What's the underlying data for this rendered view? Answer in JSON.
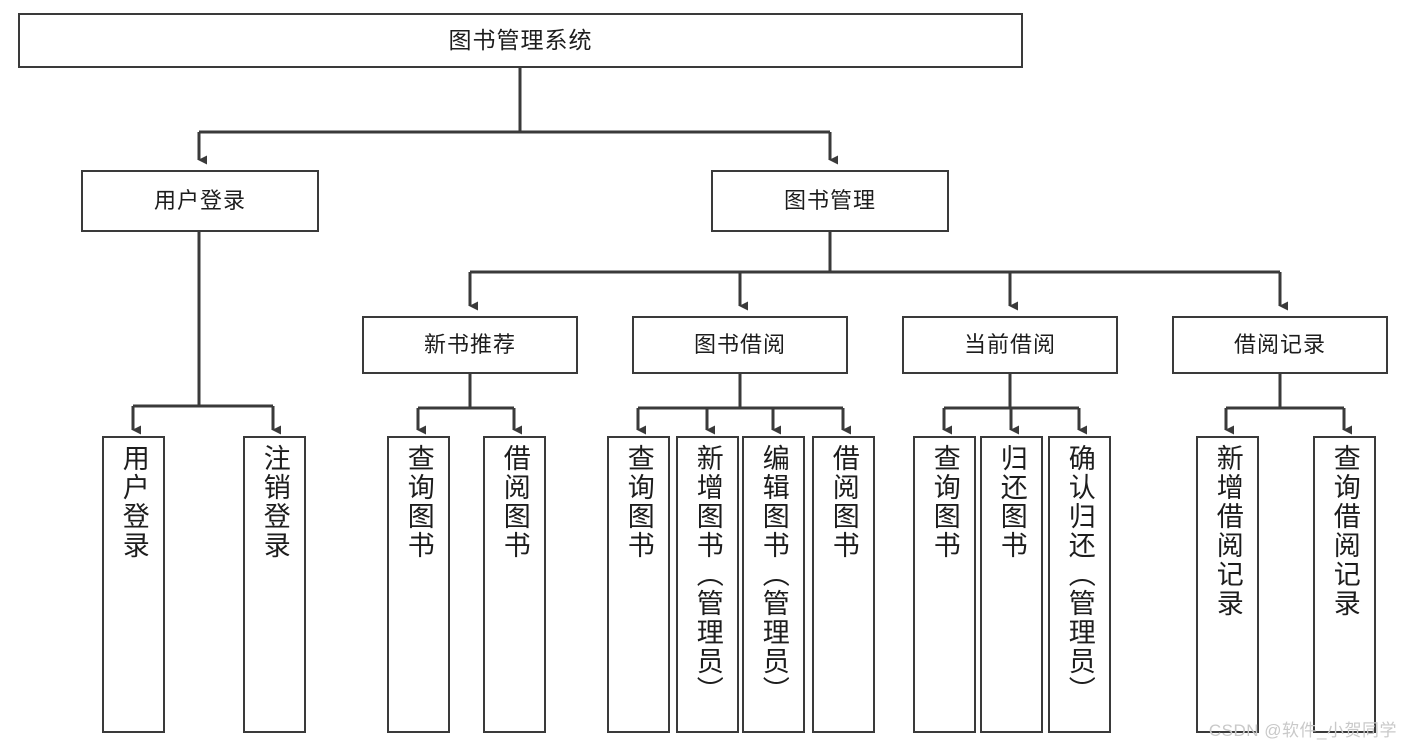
{
  "diagram": {
    "title": "图书管理系统",
    "type": "hierarchy-tree",
    "root": {
      "label": "图书管理系统"
    },
    "level2": [
      {
        "label": "用户登录"
      },
      {
        "label": "图书管理"
      }
    ],
    "level3": [
      {
        "label": "新书推荐"
      },
      {
        "label": "图书借阅"
      },
      {
        "label": "当前借阅"
      },
      {
        "label": "借阅记录"
      }
    ],
    "leaves": {
      "user_login": [
        {
          "label": "用户登录"
        },
        {
          "label": "注销登录"
        }
      ],
      "new_book_recommend": [
        {
          "label": "查询图书"
        },
        {
          "label": "借阅图书"
        }
      ],
      "book_borrow": [
        {
          "label": "查询图书"
        },
        {
          "label": "新增图书（管理员）"
        },
        {
          "label": "编辑图书（管理员）"
        },
        {
          "label": "借阅图书"
        }
      ],
      "current_borrow": [
        {
          "label": "查询图书"
        },
        {
          "label": "归还图书"
        },
        {
          "label": "确认归还（管理员）"
        }
      ],
      "borrow_record": [
        {
          "label": "新增借阅记录"
        },
        {
          "label": "查询借阅记录"
        }
      ]
    },
    "watermark": "CSDN @软件_小贺同学",
    "colors": {
      "stroke": "#3a3a3a",
      "fill": "#ffffff",
      "text": "#1d1d1d",
      "watermark": "#c9c9c9"
    }
  }
}
